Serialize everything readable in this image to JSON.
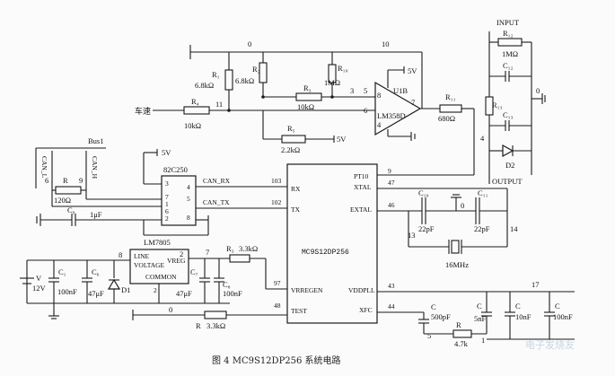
{
  "caption": "图 4   MC9S12DP256 系统电路",
  "watermark": "电子发烧友",
  "chips": {
    "mcu": "MC9S12DP256",
    "can": "82C250",
    "reg": "LM7805",
    "opamp": "LM358D",
    "opamp_unit": "U1B"
  },
  "mcu_pins": {
    "rx": "RX",
    "tx": "TX",
    "pt10": "PT10",
    "xtal": "XTAL",
    "extal": "EXTAL",
    "vrregen": "VRREGEN",
    "test": "TEST",
    "vddpll": "VDDPLL",
    "xfc": "XFC"
  },
  "mcu_pin_numbers": {
    "rx": "103",
    "tx": "102",
    "pt10": "9",
    "xtal": "47",
    "extal": "46",
    "vrregen": "97",
    "test": "48",
    "vddpll": "43",
    "xfc": "44"
  },
  "can_pins": {
    "p3": "3",
    "p7": "7",
    "p1": "1",
    "p6": "6",
    "p4": "4",
    "p5": "5",
    "p2": "2",
    "p8": "8",
    "can_rx": "CAN_RX",
    "can_tx": "CAN_TX"
  },
  "reg_labels": {
    "line": "LINE",
    "voltage": "VOLTAGE",
    "vreg": "VREG",
    "common": "COMMON",
    "pin_in": "8",
    "pin_out": "7",
    "pin_gnd": "2"
  },
  "opamp_pins": {
    "p8": "8",
    "p6": "6",
    "p5": "5",
    "p4": "4",
    "p7": "7",
    "p3": "3",
    "p5v": "5V"
  },
  "bus": {
    "title": "Bus1",
    "can_l": "CAN_L",
    "can_h": "CAN_H",
    "pin6": "6",
    "pin9": "9"
  },
  "components": {
    "r1": "R₁",
    "r1_val": "6.8kΩ",
    "r2": "R₂",
    "r2_val": "6.8kΩ",
    "r3": "R₃",
    "r3_val": "10kΩ",
    "r4": "R₄",
    "r4_val": "10kΩ",
    "r5": "R₅",
    "r5_val": "2.2kΩ",
    "r10": "R₁₀",
    "r10_val": "1MΩ",
    "r11": "R₁₁",
    "r11_val": "680Ω",
    "r_bus": "R",
    "r_bus_val": "120Ω",
    "r3b": "R₃",
    "r3b_val": "3.3kΩ",
    "r_test": "R",
    "r_test_val": "3.3kΩ",
    "r12": "R₁₂",
    "r12_val": "1MΩ",
    "r13": "R₁₃",
    "r_xfc": "R",
    "r_xfc_val": "4.7k",
    "c9": "C₉",
    "c9_val": "1μF",
    "c10": "C₁₀",
    "c10_val": "22pF",
    "c11": "C₁₁",
    "c11_val": "22pF",
    "crystal": "16MHz",
    "c1": "C₁",
    "c1_val": "100nF",
    "c6": "C₆",
    "c6_val": "47μF",
    "c7": "C₇",
    "c7_val": "47μF",
    "c8": "C₈",
    "c8_val": "100nF",
    "c_500": "C",
    "c_500_val": "500pF",
    "c_5n": "C",
    "c_5n_val": "5nF",
    "c_10n": "C",
    "c_10n_val": "10nF",
    "c_100n": "C",
    "c_100n_val": "100nF",
    "c12": "C₁₂",
    "c13": "C₁₃",
    "d1": "D1",
    "d2": "D2",
    "battery": "V",
    "battery_val": "12V"
  },
  "nets": {
    "speed": "车速",
    "v5": "5V",
    "zero": "0",
    "n10": "10",
    "n11": "11",
    "n13": "13",
    "n14": "14",
    "n17": "17",
    "n2": "2",
    "n4": "4",
    "n5": "5",
    "n9": "9",
    "n1": "1",
    "n47": "47",
    "n46": "46",
    "input": "INPUT",
    "output": "OUTPUT"
  }
}
